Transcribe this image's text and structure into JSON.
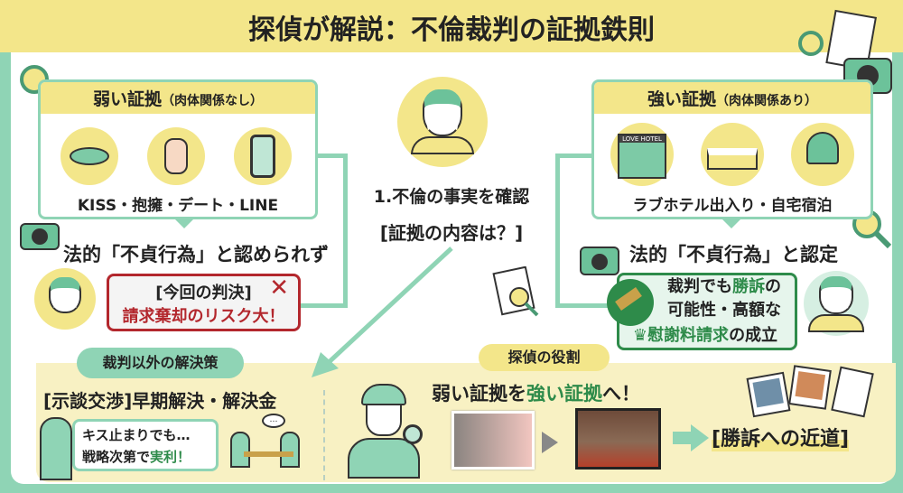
{
  "title": "探偵が解説：不倫裁判の証拠鉄則",
  "weak": {
    "heading": "弱い証拠",
    "heading_note": "（肉体関係なし）",
    "items": "KISS・抱擁・デート・LINE",
    "result": "法的「不貞行為」と認められず",
    "verdict_label": "[今回の判決]",
    "verdict_text": "請求棄却のリスク大！"
  },
  "center": {
    "step": "1.不倫の事実を確認",
    "question": "[証拠の内容は？]"
  },
  "strong": {
    "heading": "強い証拠",
    "heading_note": "（肉体関係あり）",
    "hotel_sign": "LOVE HOTEL",
    "items": "ラブホテル出入り・自宅宿泊",
    "result": "法的「不貞行為」と認定",
    "bubble": {
      "l1_a": "裁判でも",
      "l1_b": "勝訴",
      "l1_c": "の",
      "l2": "可能性・高額な",
      "l3_a": "慰謝料請求",
      "l3_b": "の成立"
    }
  },
  "alt": {
    "pill": "裁判以外の解決策",
    "heading": "[示談交渉]早期解決・解決金",
    "bubble_l1": "キス止まりでも…",
    "bubble_l2_a": "戦略次第で",
    "bubble_l2_b": "実利！",
    "speech": "…"
  },
  "detective": {
    "pill": "探偵の役割",
    "headline_a": "弱い証拠を",
    "headline_b": "強い証拠",
    "headline_c": "へ！",
    "goal": "[勝訴への近道]"
  },
  "colors": {
    "mint": "#8fd4b5",
    "yellow": "#f3e68a",
    "cream": "#f8f1c3",
    "green": "#2e8b4a",
    "red": "#b3272d"
  }
}
